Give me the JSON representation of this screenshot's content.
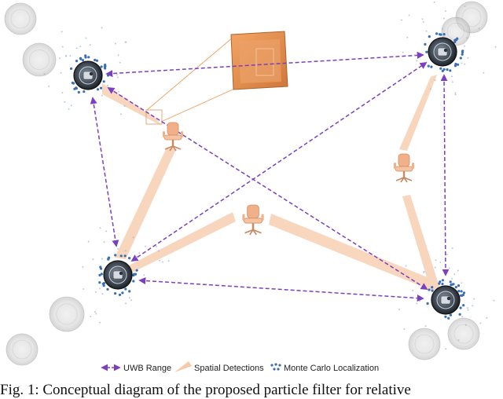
{
  "legend": {
    "uwb": "UWB Range",
    "spatial": "Spatial Detections",
    "mcl": "Monte Carlo Localization"
  },
  "caption": "Fig. 1: Conceptual diagram of the proposed particle filter for relative",
  "colors": {
    "uwb_arrow": "#7b3fbf",
    "detection_cone": "#f6c9a8",
    "particle": "#3a6fb5",
    "chair": "#f0b08a",
    "image_panel": "#e08a4a"
  },
  "icons": {
    "robot": "robot-vacuum-icon",
    "chair": "office-chair-icon"
  }
}
